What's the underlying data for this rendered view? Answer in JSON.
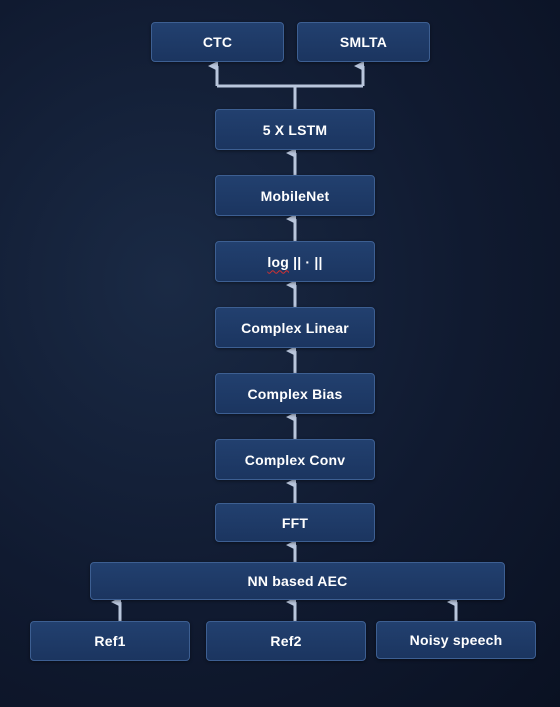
{
  "nodes": {
    "ctc": "CTC",
    "smlta": "SMLTA",
    "lstm": "5 X LSTM",
    "mobilenet": "MobileNet",
    "log_word": "log",
    "log_rest": " || · ||",
    "complex_linear": "Complex Linear",
    "complex_bias": "Complex Bias",
    "complex_conv": "Complex Conv",
    "fft": "FFT",
    "aec": "NN based AEC",
    "ref1": "Ref1",
    "ref2": "Ref2",
    "noisy": "Noisy speech"
  },
  "colors": {
    "background": "#101a30",
    "box_fill": "#1e3a66",
    "box_border": "#3d5f92",
    "arrow": "#b9c6dc",
    "text": "#ffffff"
  }
}
